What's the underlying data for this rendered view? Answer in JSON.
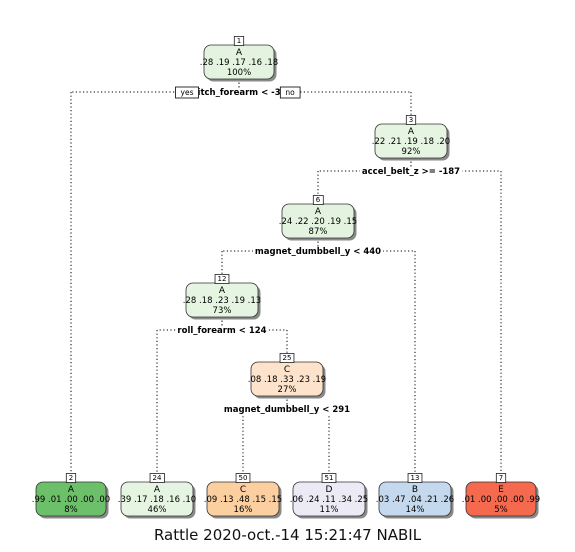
{
  "footer": "Rattle 2020-oct.-14 15:21:47 NABIL",
  "labels": {
    "yes": "yes",
    "no": "no"
  },
  "nodes": [
    {
      "id": "1",
      "cls": "A",
      "probs": ".28  .19  .17  .16  .18",
      "pct": "100%",
      "fill": "#e3f3df"
    },
    {
      "id": "3",
      "cls": "A",
      "probs": ".22  .21  .19  .18  .20",
      "pct": "92%",
      "fill": "#e6f4e2"
    },
    {
      "id": "6",
      "cls": "A",
      "probs": ".24  .22  .20  .19  .15",
      "pct": "87%",
      "fill": "#e3f3df"
    },
    {
      "id": "12",
      "cls": "A",
      "probs": ".28  .18  .23  .19  .13",
      "pct": "73%",
      "fill": "#e6f4e2"
    },
    {
      "id": "25",
      "cls": "C",
      "probs": ".08  .18  .33  .23  .19",
      "pct": "27%",
      "fill": "#fde3cc"
    },
    {
      "id": "2",
      "cls": "A",
      "probs": ".99  .01  .00  .00  .00",
      "pct": "8%",
      "fill": "#6cc06a"
    },
    {
      "id": "24",
      "cls": "A",
      "probs": ".39  .17  .18  .16  .10",
      "pct": "46%",
      "fill": "#e6f4e2"
    },
    {
      "id": "50",
      "cls": "C",
      "probs": ".09  .13  .48  .15  .15",
      "pct": "16%",
      "fill": "#fbcf9f"
    },
    {
      "id": "51",
      "cls": "D",
      "probs": ".06  .24  .11  .34  .25",
      "pct": "11%",
      "fill": "#ecebf5"
    },
    {
      "id": "13",
      "cls": "B",
      "probs": ".03  .47  .04  .21  .26",
      "pct": "14%",
      "fill": "#c5d9ee"
    },
    {
      "id": "7",
      "cls": "E",
      "probs": ".01  .00  .00  .00  .99",
      "pct": "5%",
      "fill": "#f5694f"
    }
  ],
  "splits": [
    {
      "parent": "1",
      "label": "pitch_forearm < -34"
    },
    {
      "parent": "3",
      "label": "accel_belt_z >= -187"
    },
    {
      "parent": "6",
      "label": "magnet_dumbbell_y < 440"
    },
    {
      "parent": "12",
      "label": "roll_forearm < 124"
    },
    {
      "parent": "25",
      "label": "magnet_dumbbell_y < 291"
    }
  ],
  "edges": [
    {
      "from": "1",
      "to": "2"
    },
    {
      "from": "1",
      "to": "3"
    },
    {
      "from": "3",
      "to": "6"
    },
    {
      "from": "3",
      "to": "7"
    },
    {
      "from": "6",
      "to": "12"
    },
    {
      "from": "6",
      "to": "13"
    },
    {
      "from": "12",
      "to": "24"
    },
    {
      "from": "12",
      "to": "25"
    },
    {
      "from": "25",
      "to": "50"
    },
    {
      "from": "25",
      "to": "51"
    }
  ]
}
